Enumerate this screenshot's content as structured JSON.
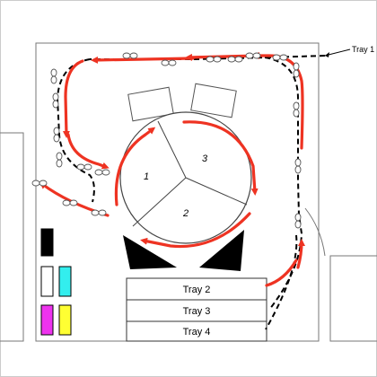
{
  "trays": {
    "tray1_label": "Tray 1",
    "tray2_label": "Tray 2",
    "tray3_label": "Tray 3",
    "tray4_label": "Tray 4"
  },
  "carousel": {
    "sector1_label": "1",
    "sector2_label": "2",
    "sector3_label": "3"
  },
  "toner_colors": {
    "black": "#000000",
    "white": "#ffffff",
    "cyan": "#33eeee",
    "magenta": "#ee33ee",
    "yellow": "#ffff33"
  },
  "accent": {
    "paper_path": "#ee3322"
  }
}
